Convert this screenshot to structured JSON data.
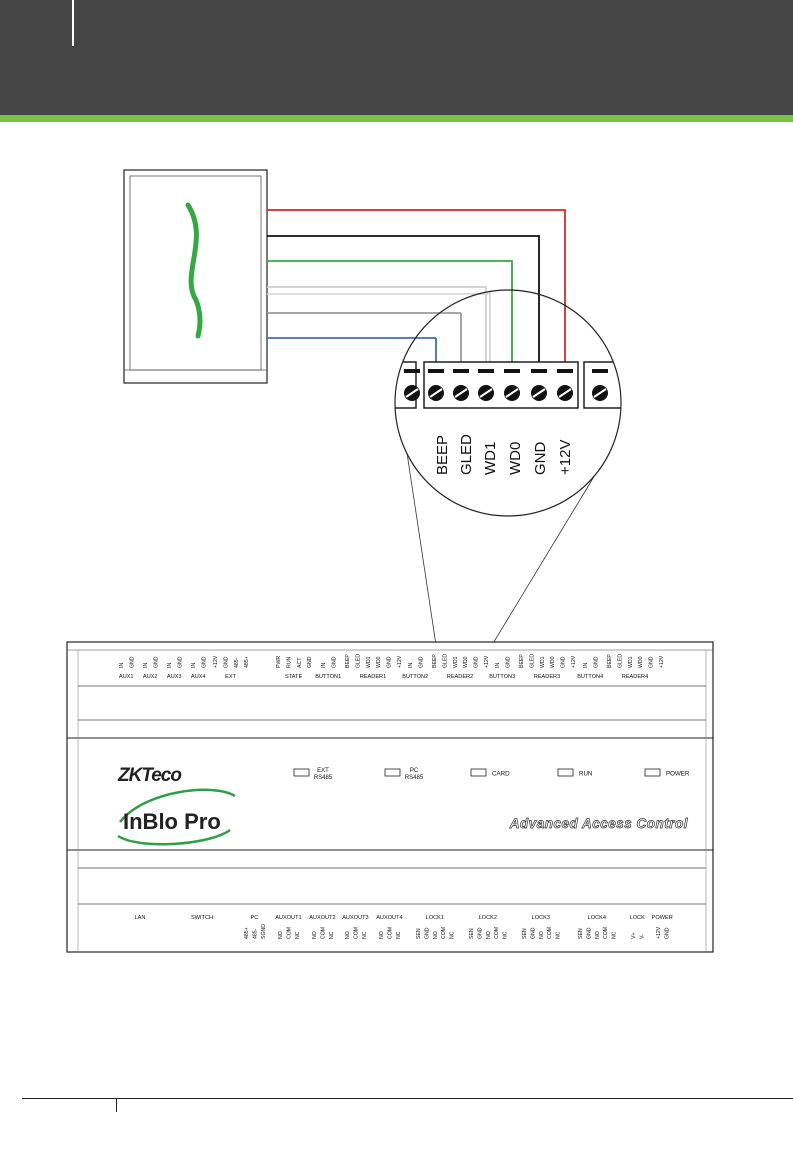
{
  "reader_terminals": [
    "BEEP",
    "GLED",
    "WD1",
    "WD0",
    "GND",
    "+12V"
  ],
  "colors": {
    "header": "#454545",
    "accent_green": "#7ac143",
    "wire_red": "#d62828",
    "wire_black": "#111111",
    "wire_green": "#35a844",
    "wire_white": "#cfcfcf",
    "wire_gray": "#9a9a9a",
    "wire_blue": "#3f6fb5",
    "logo_green": "#2f9e44"
  },
  "panel": {
    "brand": "ZKTeco",
    "product": "InBlo Pro",
    "tagline": "Advanced Access Control",
    "leds": [
      {
        "label1": "EXT",
        "label2": "RS485"
      },
      {
        "label1": "PC",
        "label2": "RS485"
      },
      {
        "label1": "CARD",
        "label2": ""
      },
      {
        "label1": "RUN",
        "label2": ""
      },
      {
        "label1": "POWER",
        "label2": ""
      }
    ],
    "top_groups": [
      {
        "name": "AUX1",
        "pins": [
          "IN",
          "GND"
        ]
      },
      {
        "name": "AUX2",
        "pins": [
          "IN",
          "GND"
        ]
      },
      {
        "name": "AUX3",
        "pins": [
          "IN",
          "GND"
        ]
      },
      {
        "name": "AUX4",
        "pins": [
          "IN",
          "GND"
        ]
      },
      {
        "name": "EXT",
        "pins": [
          "+12V",
          "GND",
          "485-",
          "485+"
        ]
      },
      {
        "name": "STATE",
        "pins": [
          "PWR",
          "RUN",
          "ACT",
          "GND"
        ]
      },
      {
        "name": "BUTTON1",
        "pins": [
          "IN",
          "GND"
        ]
      },
      {
        "name": "READER1",
        "pins": [
          "BEEP",
          "GLED",
          "WD1",
          "WD0",
          "GND",
          "+12V"
        ]
      },
      {
        "name": "BUTTON2",
        "pins": [
          "IN",
          "GND"
        ]
      },
      {
        "name": "READER2",
        "pins": [
          "BEEP",
          "GLED",
          "WD1",
          "WD0",
          "GND",
          "+12V"
        ]
      },
      {
        "name": "BUTTON3",
        "pins": [
          "IN",
          "GND"
        ]
      },
      {
        "name": "READER3",
        "pins": [
          "BEEP",
          "GLED",
          "WD1",
          "WD0",
          "GND",
          "+12V"
        ]
      },
      {
        "name": "BUTTON4",
        "pins": [
          "IN",
          "GND"
        ]
      },
      {
        "name": "READER4",
        "pins": [
          "BEEP",
          "GLED",
          "WD1",
          "WD0",
          "GND",
          "+12V"
        ]
      }
    ],
    "bottom_groups": [
      {
        "name": "LAN",
        "pins": []
      },
      {
        "name": "SWITCH",
        "pins": []
      },
      {
        "name": "PC",
        "pins": [
          "485+",
          "485-",
          "SGND"
        ]
      },
      {
        "name": "AUXOUT1",
        "pins": [
          "NO",
          "COM",
          "NC"
        ]
      },
      {
        "name": "AUXOUT2",
        "pins": [
          "NO",
          "COM",
          "NC"
        ]
      },
      {
        "name": "AUXOUT3",
        "pins": [
          "NO",
          "COM",
          "NC"
        ]
      },
      {
        "name": "AUXOUT4",
        "pins": [
          "NO",
          "COM",
          "NC"
        ]
      },
      {
        "name": "LOCK1",
        "pins": [
          "SEN",
          "GND",
          "NO",
          "COM",
          "NC"
        ]
      },
      {
        "name": "LOCK2",
        "pins": [
          "SEN",
          "GND",
          "NO",
          "COM",
          "NC"
        ]
      },
      {
        "name": "LOCK3",
        "pins": [
          "SEN",
          "GND",
          "NO",
          "COM",
          "NC"
        ]
      },
      {
        "name": "LOCK4",
        "pins": [
          "SEN",
          "GND",
          "NO",
          "COM",
          "NC"
        ]
      },
      {
        "name": "LOCK",
        "pins": [
          "V+",
          "V-"
        ]
      },
      {
        "name": "POWER",
        "pins": [
          "+12V",
          "GND"
        ]
      }
    ]
  }
}
